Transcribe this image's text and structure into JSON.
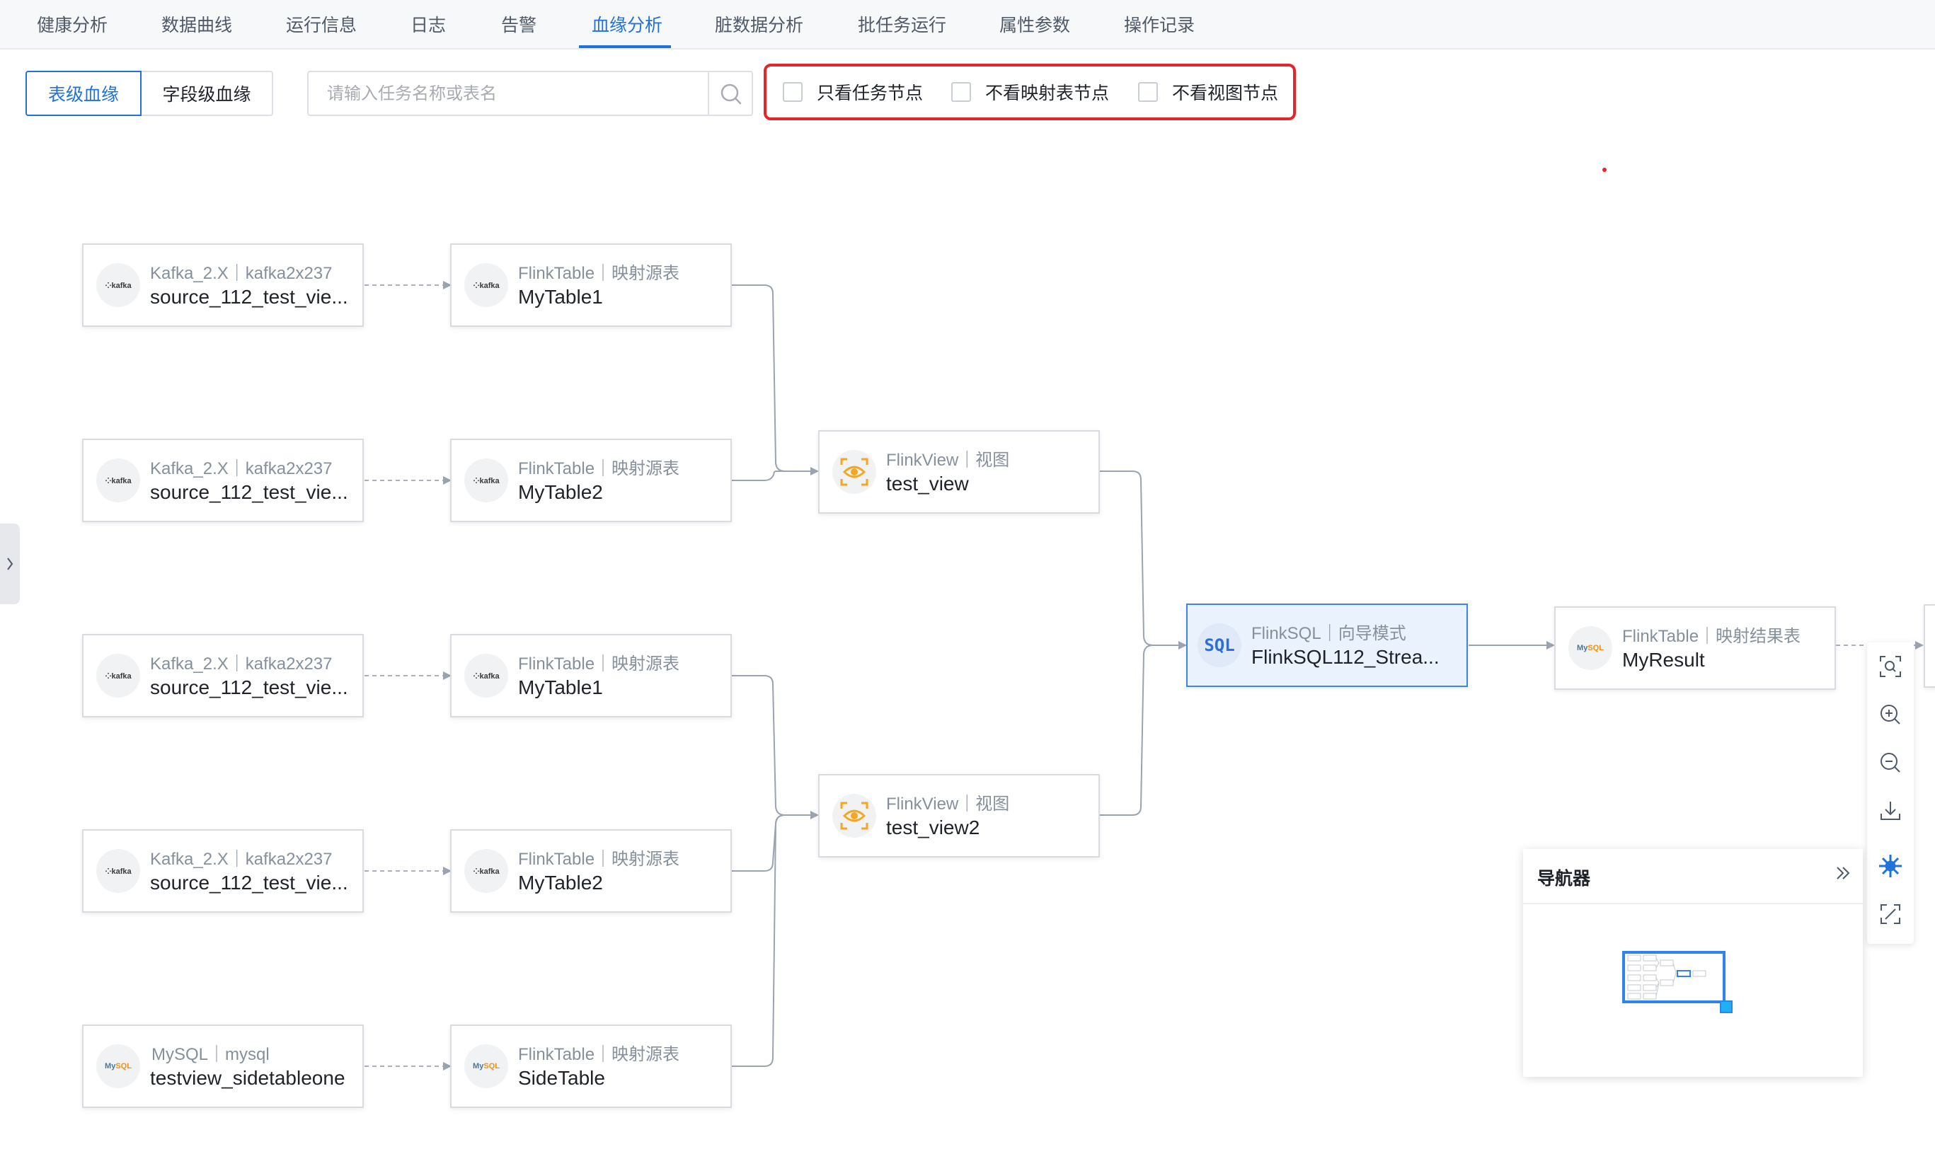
{
  "tabs": [
    {
      "label": "健康分析"
    },
    {
      "label": "数据曲线"
    },
    {
      "label": "运行信息"
    },
    {
      "label": "日志"
    },
    {
      "label": "告警"
    },
    {
      "label": "血缘分析",
      "active": true
    },
    {
      "label": "脏数据分析"
    },
    {
      "label": "批任务运行"
    },
    {
      "label": "属性参数"
    },
    {
      "label": "操作记录"
    }
  ],
  "lineage_mode": {
    "table_level": "表级血缘",
    "field_level": "字段级血缘",
    "selected": "表级血缘"
  },
  "search": {
    "placeholder": "请输入任务名称或表名",
    "value": ""
  },
  "filters": [
    {
      "label": "只看任务节点",
      "checked": false
    },
    {
      "label": "不看映射表节点",
      "checked": false
    },
    {
      "label": "不看视图节点",
      "checked": false
    }
  ],
  "nodes": [
    {
      "id": "k1",
      "icon": "kafka-icon",
      "subtitle": "Kafka_2.X｜kafka2x237",
      "name": "source_112_test_vie..."
    },
    {
      "id": "k2",
      "icon": "kafka-icon",
      "subtitle": "Kafka_2.X｜kafka2x237",
      "name": "source_112_test_vie..."
    },
    {
      "id": "k3",
      "icon": "kafka-icon",
      "subtitle": "Kafka_2.X｜kafka2x237",
      "name": "source_112_test_vie..."
    },
    {
      "id": "k4",
      "icon": "kafka-icon",
      "subtitle": "Kafka_2.X｜kafka2x237",
      "name": "source_112_test_vie..."
    },
    {
      "id": "m1",
      "icon": "mysql-icon",
      "subtitle": "MySQL｜mysql",
      "name": "testview_sidetableone"
    },
    {
      "id": "t1",
      "icon": "kafka-icon",
      "subtitle": "FlinkTable｜映射源表",
      "name": "MyTable1"
    },
    {
      "id": "t2",
      "icon": "kafka-icon",
      "subtitle": "FlinkTable｜映射源表",
      "name": "MyTable2"
    },
    {
      "id": "t3",
      "icon": "kafka-icon",
      "subtitle": "FlinkTable｜映射源表",
      "name": "MyTable1"
    },
    {
      "id": "t4",
      "icon": "kafka-icon",
      "subtitle": "FlinkTable｜映射源表",
      "name": "MyTable2"
    },
    {
      "id": "t5",
      "icon": "mysql-icon",
      "subtitle": "FlinkTable｜映射源表",
      "name": "SideTable"
    },
    {
      "id": "v1",
      "icon": "view-icon",
      "subtitle": "FlinkView｜视图",
      "name": "test_view"
    },
    {
      "id": "v2",
      "icon": "view-icon",
      "subtitle": "FlinkView｜视图",
      "name": "test_view2"
    },
    {
      "id": "sql",
      "icon": "sql-icon",
      "subtitle": "FlinkSQL｜向导模式",
      "name": "FlinkSQL112_Strea..."
    },
    {
      "id": "res",
      "icon": "mysql-icon",
      "subtitle": "FlinkTable｜映射结果表",
      "name": "MyResult"
    }
  ],
  "navigator": {
    "title": "导航器"
  },
  "tools": [
    "focus-icon",
    "zoom-in-icon",
    "zoom-out-icon",
    "download-icon",
    "layout-icon",
    "fullscreen-icon"
  ],
  "colors": {
    "accent": "#1f72d9",
    "highlight_border": "#e5252a",
    "selected_node_bg": "#eaf2fd",
    "view_icon": "#f5a623"
  }
}
